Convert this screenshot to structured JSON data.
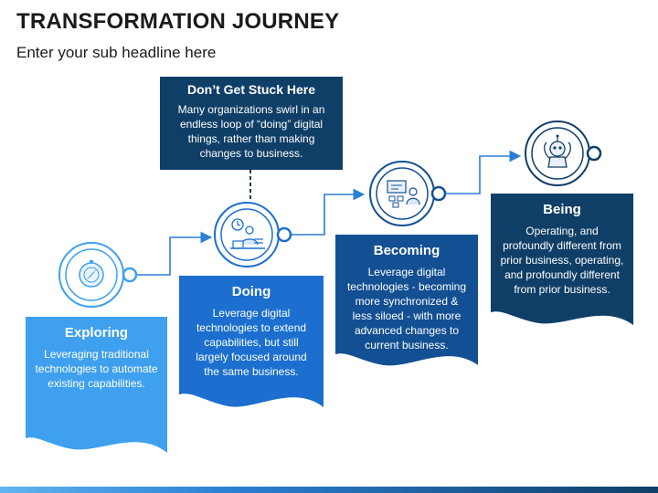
{
  "header": {
    "title": "TRANSFORMATION JOURNEY",
    "subtitle": "Enter your sub headline here"
  },
  "callout": {
    "title": "Don’t Get Stuck Here",
    "text": "Many organizations swirl in an endless loop of “doing” digital things, rather than making changes to business."
  },
  "stages": [
    {
      "heading": "Exploring",
      "body": "Leveraging traditional technologies to automate existing capabilities.",
      "icon": "compass-icon",
      "color": "#3fa0ef"
    },
    {
      "heading": "Doing",
      "body": "Leverage digital technologies to extend capabilities, but still largely focused around the same business.",
      "icon": "worker-clock-icon",
      "color": "#1c6fcf"
    },
    {
      "heading": "Becoming",
      "body": "Leverage digital technologies - becoming more synchronized & less siloed - with more advanced changes to current business.",
      "icon": "digital-workstation-icon",
      "color": "#134f93"
    },
    {
      "heading": "Being",
      "body": "Operating, and profoundly different from prior business, operating, and profoundly different from prior business.",
      "icon": "robot-icon",
      "color": "#0f3f67"
    }
  ],
  "colors": {
    "dark_navy": "#0f3f67",
    "connector": "#2b7fd4",
    "text": "#1a1a1a"
  }
}
